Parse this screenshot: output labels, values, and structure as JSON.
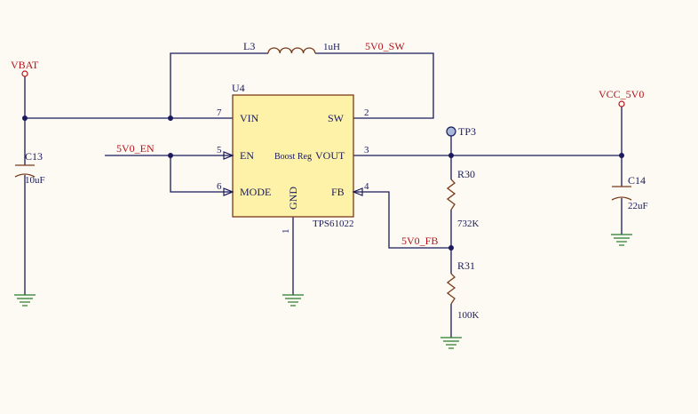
{
  "nets": {
    "vbat": "VBAT",
    "sw": "5V0_SW",
    "en": "5V0_EN",
    "fb": "5V0_FB",
    "vcc": "VCC_5V0"
  },
  "inductor": {
    "ref": "L3",
    "value": "1uH"
  },
  "ic": {
    "ref": "U4",
    "part": "TPS61022",
    "description": "Boost Reg",
    "pins": [
      {
        "num": "7",
        "name": "VIN"
      },
      {
        "num": "5",
        "name": "EN"
      },
      {
        "num": "6",
        "name": "MODE"
      },
      {
        "num": "2",
        "name": "SW"
      },
      {
        "num": "3",
        "name": "VOUT"
      },
      {
        "num": "4",
        "name": "FB"
      },
      {
        "num": "1",
        "name": "GND"
      }
    ]
  },
  "capacitors": [
    {
      "ref": "C13",
      "value": "10uF"
    },
    {
      "ref": "C14",
      "value": "22uF"
    }
  ],
  "resistors": [
    {
      "ref": "R30",
      "value": "732K"
    },
    {
      "ref": "R31",
      "value": "100K"
    }
  ],
  "testpoint": {
    "ref": "TP3"
  }
}
